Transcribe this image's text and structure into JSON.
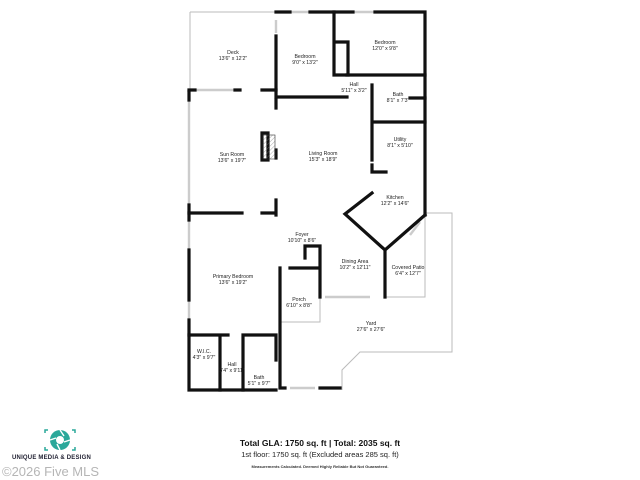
{
  "rooms": [
    {
      "name": "Deck",
      "size": "13'6\" x 12'2\""
    },
    {
      "name": "Bedroom",
      "size": "9'0\" x 13'2\""
    },
    {
      "name": "Bedroom",
      "size": "12'0\" x 9'8\""
    },
    {
      "name": "Hall",
      "size": "5'11\" x 3'2\""
    },
    {
      "name": "Bath",
      "size": "8'1\" x 7'3\""
    },
    {
      "name": "Utility",
      "size": "8'1\" x 5'10\""
    },
    {
      "name": "Sun Room",
      "size": "13'6\" x 19'7\""
    },
    {
      "name": "Living Room",
      "size": "15'3\" x 18'9\""
    },
    {
      "name": "Kitchen",
      "size": "12'2\" x 14'6\""
    },
    {
      "name": "Foyer",
      "size": "10'10\" x 8'6\""
    },
    {
      "name": "Dining Area",
      "size": "10'2\" x 12'11\""
    },
    {
      "name": "Covered Patio",
      "size": "6'4\" x 12'7\""
    },
    {
      "name": "Primary Bedroom",
      "size": "13'6\" x 19'2\""
    },
    {
      "name": "Porch",
      "size": "6'10\" x 8'8\""
    },
    {
      "name": "Yard",
      "size": "27'6\" x 27'6\""
    },
    {
      "name": "W.I.C.",
      "size": "4'3\" x 9'7\""
    },
    {
      "name": "Hall",
      "size": "3'4\" x 9'11\""
    },
    {
      "name": "Bath",
      "size": "5'1\" x 9'7\""
    }
  ],
  "summary": {
    "total": "Total GLA: 1750 sq. ft | Total: 2035 sq. ft",
    "floor": "1st floor: 1750 sq. ft (Excluded areas 285 sq. ft)",
    "disclaimer": "Measurements Calculated. Deemed Highly Reliable But Not Guaranteed."
  },
  "branding": {
    "company": "UNIQUE MEDIA & DESIGN",
    "watermark": "©2026 Five MLS",
    "accent": "#2aa89a"
  }
}
